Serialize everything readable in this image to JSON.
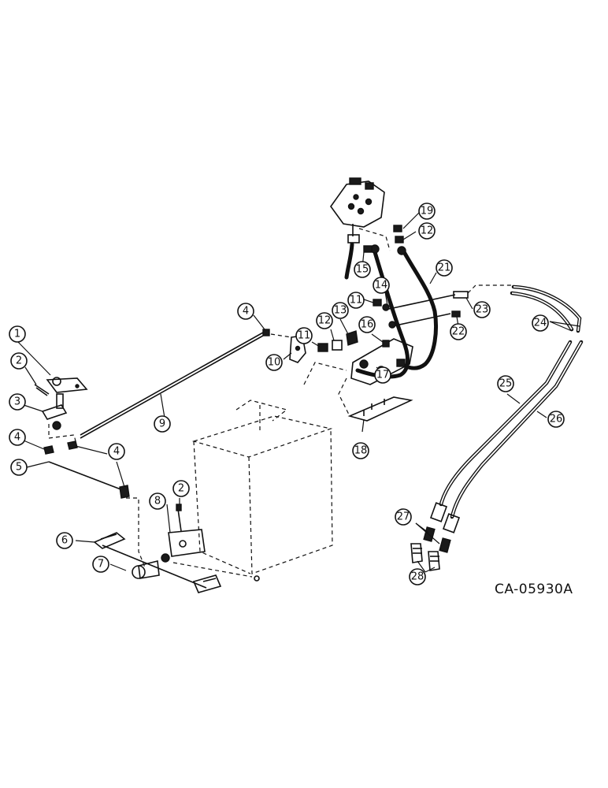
{
  "drawing_code": "CA-05930A",
  "callouts": [
    "1",
    "2",
    "3",
    "4",
    "5",
    "6",
    "7",
    "8",
    "9",
    "10",
    "11",
    "12",
    "13",
    "14",
    "15",
    "16",
    "17",
    "18",
    "19",
    "21",
    "22",
    "23",
    "24",
    "25",
    "26",
    "27",
    "28"
  ]
}
